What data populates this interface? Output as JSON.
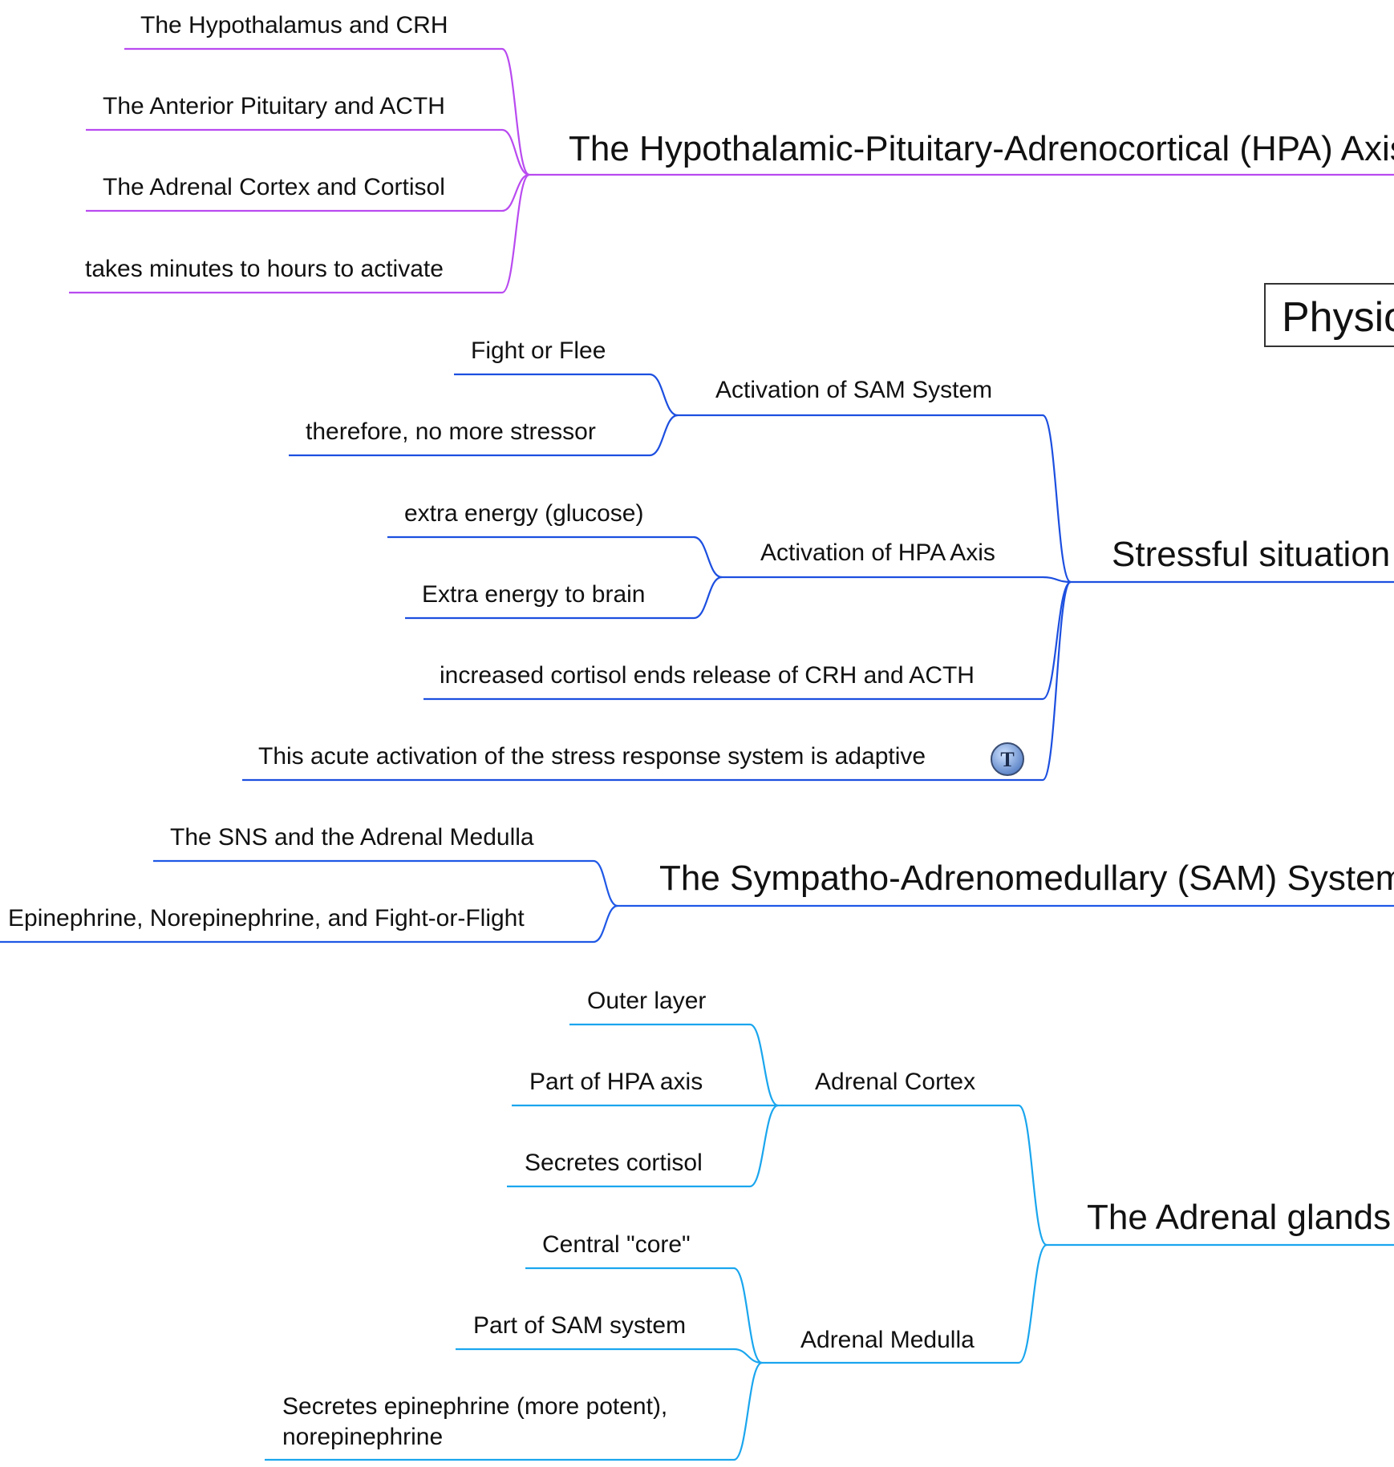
{
  "colors": {
    "hpa": "#b94af0",
    "stress": "#1c4fe0",
    "sam": "#1f58e6",
    "adrenal": "#1aa6ee"
  },
  "root": {
    "label": "Physio"
  },
  "hpa": {
    "title": "The Hypothalamic-Pituitary-Adrenocortical (HPA) Axis",
    "items": [
      "The Hypothalamus and CRH",
      "The Anterior Pituitary and ACTH",
      "The Adrenal Cortex and Cortisol",
      "takes minutes to hours to activate"
    ]
  },
  "stress": {
    "title": "Stressful situation",
    "sam_activation": {
      "label": "Activation of SAM System",
      "items": [
        "Fight or Flee",
        "therefore, no more stressor"
      ]
    },
    "hpa_activation": {
      "label": "Activation of HPA Axis",
      "items": [
        "extra energy (glucose)",
        "Extra energy to brain"
      ]
    },
    "cortisol": "increased cortisol ends release of CRH and ACTH",
    "adaptive": "This acute activation of the stress response system is adaptive",
    "note_icon": "note-icon"
  },
  "sam": {
    "title": "The Sympatho-Adrenomedullary (SAM) System",
    "items": [
      "The SNS and the Adrenal Medulla",
      "Epinephrine, Norepinephrine, and Fight-or-Flight"
    ]
  },
  "adrenal": {
    "title": "The Adrenal glands",
    "cortex": {
      "label": "Adrenal Cortex",
      "items": [
        "Outer layer",
        "Part of HPA axis",
        "Secretes cortisol"
      ]
    },
    "medulla": {
      "label": "Adrenal Medulla",
      "items": [
        "Central \"core\"",
        "Part of SAM system",
        "Secretes epinephrine (more potent),",
        "norepinephrine"
      ]
    }
  }
}
